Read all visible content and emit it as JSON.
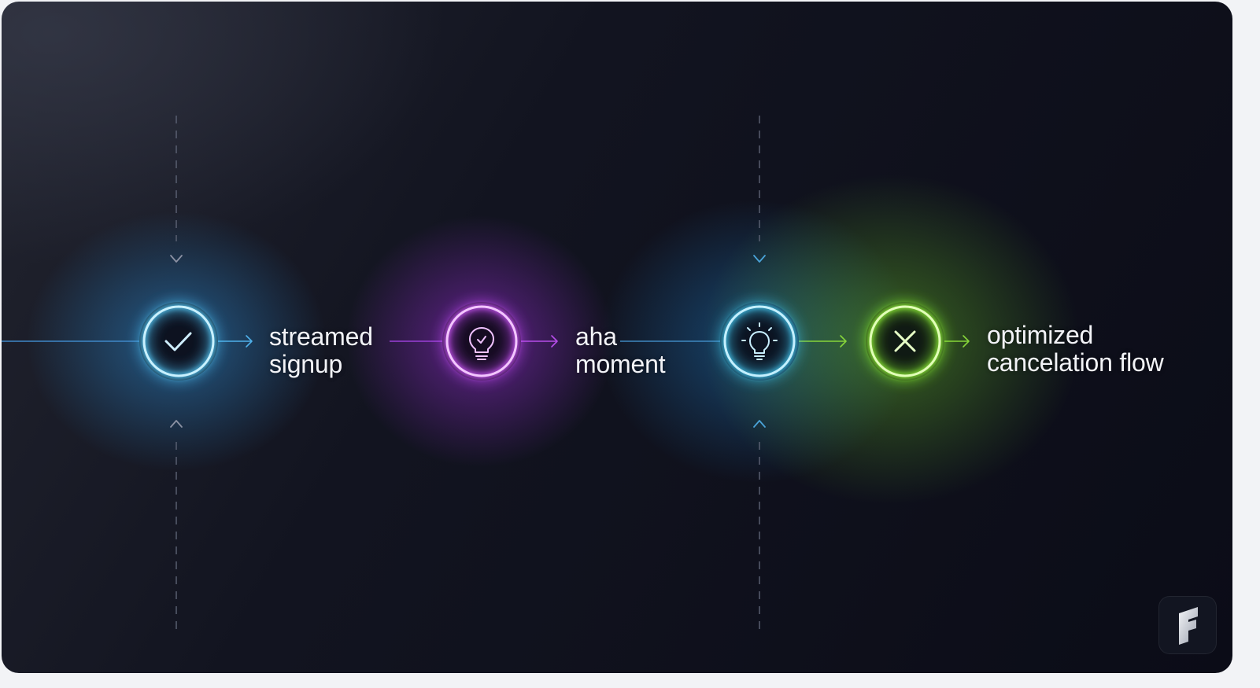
{
  "steps": [
    {
      "line1": "streamed",
      "line2": "signup",
      "icon": "check-icon",
      "color": "#5ad2ff"
    },
    {
      "line1": "aha",
      "line2": "moment",
      "icon": "lightbulb-check-icon",
      "color": "#d45bff"
    },
    {
      "line1": "",
      "line2": "",
      "icon": "lightbulb-idea-icon",
      "color": "#45cdf5"
    },
    {
      "line1": "optimized",
      "line2": "cancelation flow",
      "icon": "close-icon",
      "color": "#9eff3c"
    }
  ],
  "colors": {
    "background": "#0f111c",
    "blue": "#5ad2ff",
    "purple": "#d45bff",
    "cyan": "#45cdf5",
    "green": "#9eff3c"
  },
  "logo": {
    "icon": "brand-logo-icon"
  }
}
